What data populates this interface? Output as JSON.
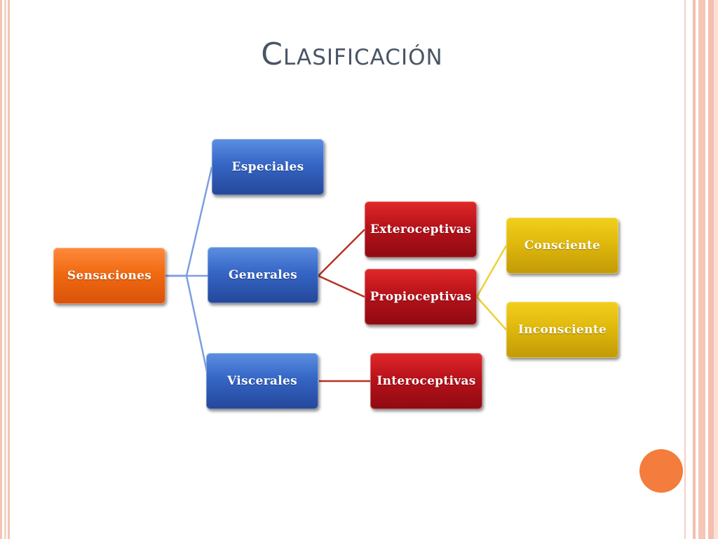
{
  "slide": {
    "title": "Clasificación"
  },
  "colors": {
    "root": "#f06a12",
    "level1": "#3566c6",
    "level2": "#b8121a",
    "level3": "#e0b90d",
    "accent_circle": "#f47c3c"
  },
  "diagram": {
    "root": "Sensaciones",
    "especiales": "Especiales",
    "generales": "Generales",
    "viscerales": "Viscerales",
    "exteroceptivas": "Exteroceptivas",
    "propioceptivas": "Propioceptivas",
    "interoceptivas": "Interoceptivas",
    "consciente": "Consciente",
    "inconsciente": "Inconsciente"
  }
}
